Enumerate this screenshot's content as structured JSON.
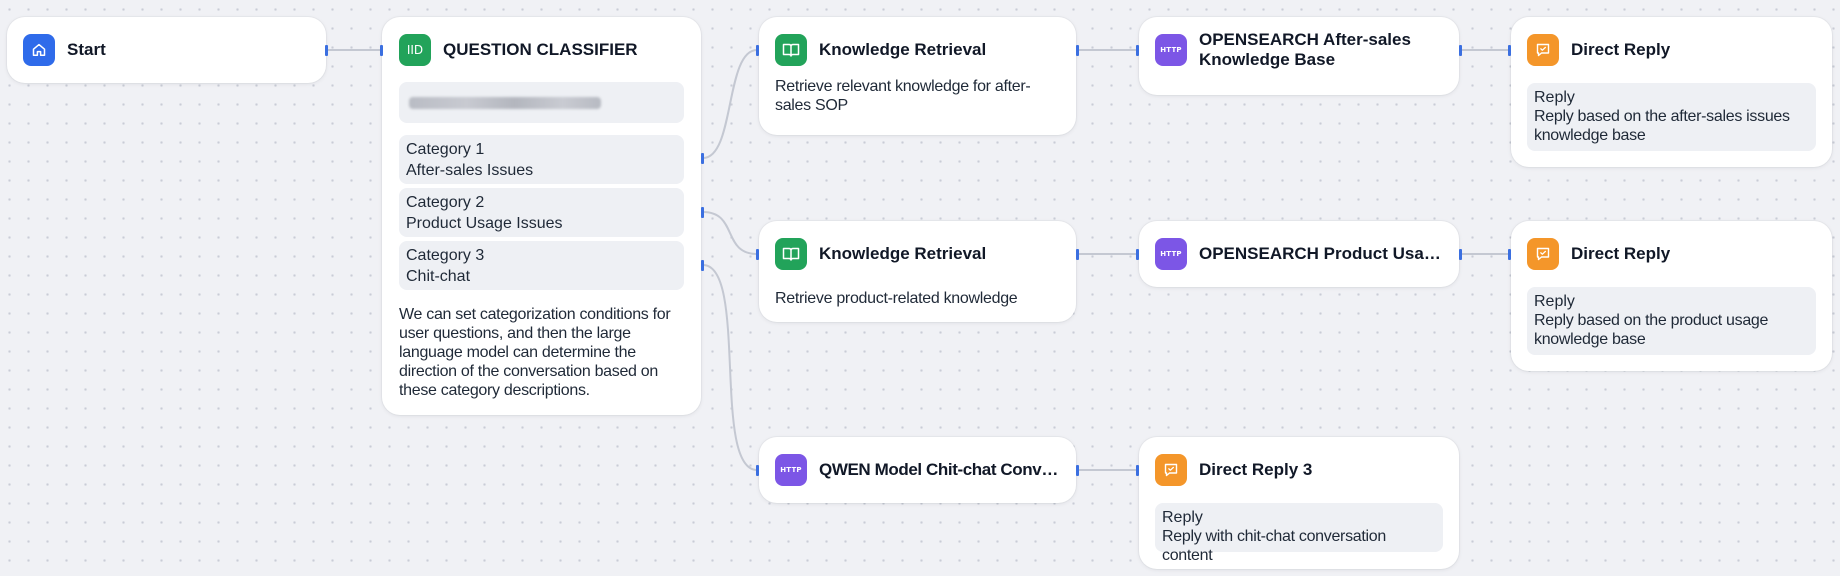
{
  "nodes": {
    "start": {
      "title": "Start",
      "icon": "home-icon"
    },
    "classifier": {
      "title": "QUESTION CLASSIFIER",
      "icon": "classifier-icon",
      "icon_text": "IID",
      "model_placeholder": "blurred",
      "categories": [
        {
          "label": "Category 1",
          "value": "After-sales Issues"
        },
        {
          "label": "Category 2",
          "value": "Product Usage Issues"
        },
        {
          "label": "Category 3",
          "value": "Chit-chat"
        }
      ],
      "description": "We can set categorization conditions for user questions, and then the large language model can determine the direction of the conversation based on these category descriptions."
    },
    "kr1": {
      "title": "Knowledge Retrieval",
      "icon": "book-icon",
      "description": "Retrieve relevant knowledge for after-sales SOP"
    },
    "kr2": {
      "title": "Knowledge Retrieval",
      "icon": "book-icon",
      "description": "Retrieve product-related knowledge"
    },
    "qwen": {
      "title": "QWEN Model Chit-chat Conversation",
      "icon": "http-icon",
      "icon_text": "HTTP"
    },
    "os1": {
      "title": "OPENSEARCH After-sales Knowledge Base",
      "icon": "http-icon",
      "icon_text": "HTTP"
    },
    "os2": {
      "title": "OPENSEARCH Product Usage Knowledge Base",
      "icon": "http-icon",
      "icon_text": "HTTP"
    },
    "reply1": {
      "title": "Direct Reply",
      "icon": "chat-icon",
      "reply_label": "Reply",
      "reply_text": "Reply based on the after-sales issues knowledge base"
    },
    "reply2": {
      "title": "Direct Reply",
      "icon": "chat-icon",
      "reply_label": "Reply",
      "reply_text": "Reply based on the product usage knowledge base"
    },
    "reply3": {
      "title": "Direct Reply 3",
      "icon": "chat-icon",
      "reply_label": "Reply",
      "reply_text": "Reply with chit-chat conversation content"
    }
  },
  "colors": {
    "start": "#2f6bea",
    "knowledge": "#22a35a",
    "http": "#7c56e6",
    "reply": "#f4962a",
    "edge": "#c4c8d2",
    "handle": "#3b6fe0"
  }
}
